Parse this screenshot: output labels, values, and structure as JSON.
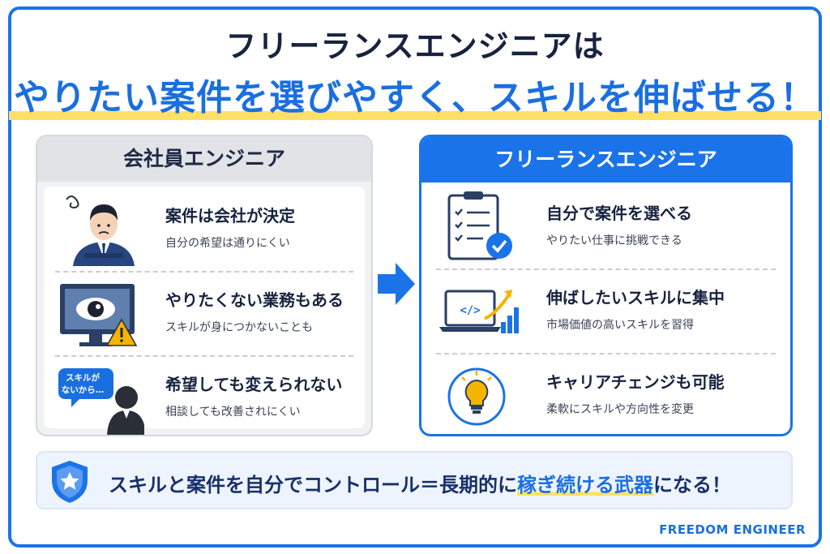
{
  "title": {
    "line1": "フリーランスエンジニアは",
    "line2": "やりたい案件を選びやすく、スキルを伸ばせる！"
  },
  "left_panel": {
    "header": "会社員エンジニア",
    "rows": [
      {
        "heading": "案件は会社が決定",
        "sub": "自分の希望は通りにくい",
        "icon": "worried-office-worker"
      },
      {
        "heading": "やりたくない業務もある",
        "sub": "スキルが身につかないことも",
        "icon": "monitor-warning"
      },
      {
        "heading": "希望しても変えられない",
        "sub": "相談しても改善されにくい",
        "icon": "silhouette-speech",
        "bubble": "スキルが\nないから…"
      }
    ]
  },
  "right_panel": {
    "header": "フリーランスエンジニア",
    "rows": [
      {
        "heading": "自分で案件を選べる",
        "sub": "やりたい仕事に挑戦できる",
        "icon": "clipboard-check"
      },
      {
        "heading": "伸ばしたいスキルに集中",
        "sub": "市場価値の高いスキルを習得",
        "icon": "laptop-code-growth"
      },
      {
        "heading": "キャリアチェンジも可能",
        "sub": "柔軟にスキルや方向性を変更",
        "icon": "lightbulb"
      }
    ]
  },
  "bottom": {
    "before": "スキルと案件を自分でコントロール＝長期的に",
    "highlight": "稼ぎ続ける武器",
    "after": "になる！"
  },
  "brand": "FREEDOM ENGINEER",
  "colors": {
    "accent": "#1a73e8",
    "highlight": "#ffe066",
    "navy": "#17233f"
  }
}
